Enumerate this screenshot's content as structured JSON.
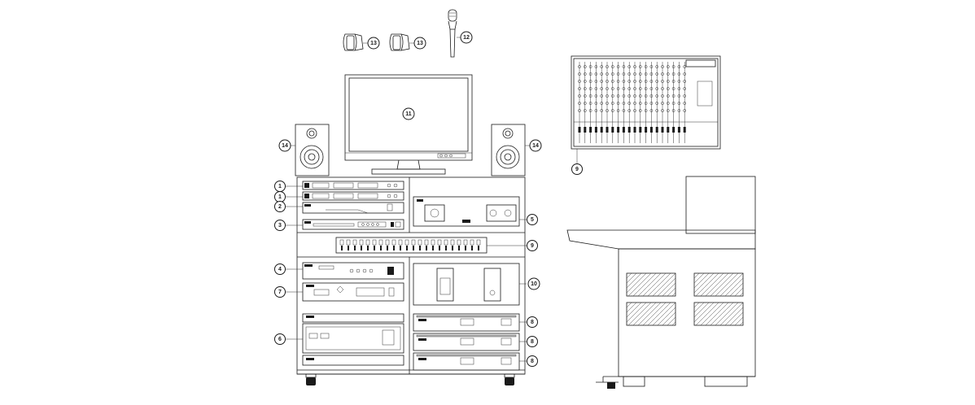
{
  "callouts": {
    "c1a": "1",
    "c1b": "1",
    "c2": "2",
    "c3": "3",
    "c4": "4",
    "c5": "5",
    "c6": "6",
    "c7": "7",
    "c8a": "8",
    "c8b": "8",
    "c8c": "8",
    "c9_rack": "9",
    "c9_mixer": "9",
    "c10": "10",
    "c11": "11",
    "c12": "12",
    "c13a": "13",
    "c13b": "13",
    "c14a": "14",
    "c14b": "14"
  }
}
